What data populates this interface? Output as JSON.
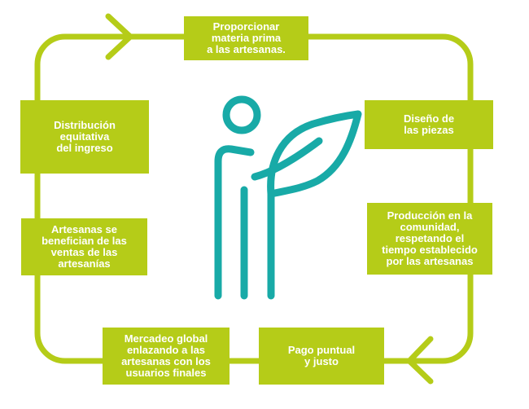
{
  "steps": [
    {
      "id": "materia",
      "lines": [
        "Proporcionar",
        "materia prima",
        "a las artesanas."
      ]
    },
    {
      "id": "diseno",
      "lines": [
        "Diseño de",
        "las piezas"
      ]
    },
    {
      "id": "produccion",
      "lines": [
        "Producción en la",
        "comunidad,",
        "respetando el",
        "tiempo establecido",
        "por las artesanas"
      ]
    },
    {
      "id": "pago",
      "lines": [
        "Pago puntual",
        "y justo"
      ]
    },
    {
      "id": "mercadeo",
      "lines": [
        "Mercadeo global",
        "enlazando a las",
        "artesanas con los",
        "usuarios finales"
      ]
    },
    {
      "id": "beneficio",
      "lines": [
        "Artesanas se",
        "benefician de las",
        "ventas de las",
        "artesanías"
      ]
    },
    {
      "id": "distribucion",
      "lines": [
        "Distribución",
        "equitativa",
        "del ingreso"
      ]
    }
  ],
  "colors": {
    "cycle": "#b5cc18",
    "figure": "#18aaa7",
    "text": "#ffffff"
  },
  "icons": {
    "center": "person-with-leaf-icon",
    "arrows": "chevron-arrow-icon"
  }
}
